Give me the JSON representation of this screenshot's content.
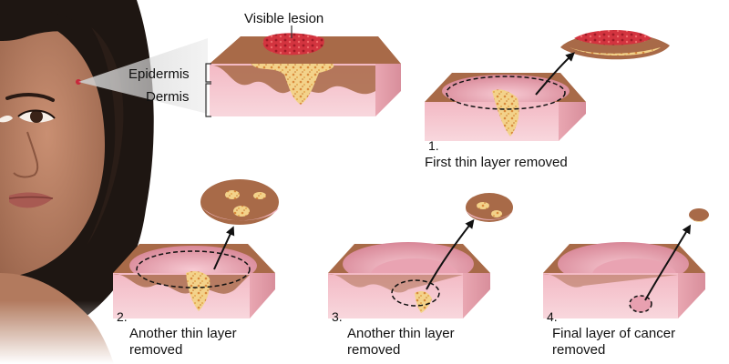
{
  "labels": {
    "visible_lesion": "Visible lesion",
    "epidermis": "Epidermis",
    "dermis": "Dermis"
  },
  "steps": [
    {
      "number": "1.",
      "caption_line1": "First thin layer removed",
      "caption_line2": ""
    },
    {
      "number": "2.",
      "caption_line1": "Another thin layer",
      "caption_line2": "removed"
    },
    {
      "number": "3.",
      "caption_line1": "Another thin layer",
      "caption_line2": "removed"
    },
    {
      "number": "4.",
      "caption_line1": "Final layer of cancer",
      "caption_line2": "removed"
    }
  ],
  "colors": {
    "skin_top": "#a86a48",
    "epidermis": "#f0bcc8",
    "dermis_front": "#f5c9d1",
    "tumor": "#f3d28a",
    "lesion_red": "#c8283a",
    "face": "#b98064",
    "hair": "#1e1612",
    "outline": "#6b3a2a"
  }
}
